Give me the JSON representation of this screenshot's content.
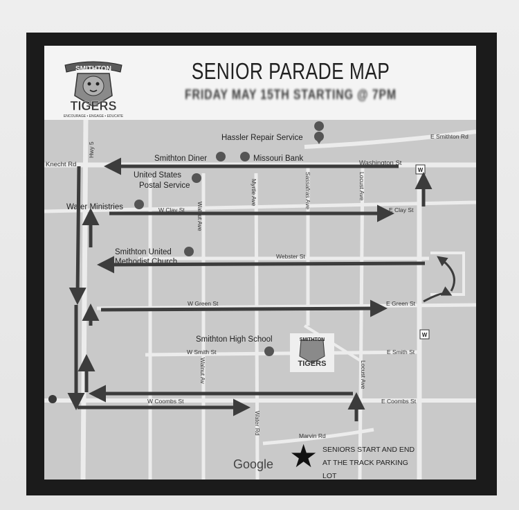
{
  "title": "SENIOR PARADE MAP",
  "subtitle": "FRIDAY MAY 15TH STARTING @ 7PM",
  "logo": {
    "top_text": "SMITHTON",
    "main_text": "TIGERS",
    "tagline": "ENCOURAGE • ENGAGE • EDUCATE"
  },
  "places": {
    "hassler": "Hassler Repair Service",
    "diner": "Smithton Diner",
    "bank": "Missouri Bank",
    "post_office_1": "United States",
    "post_office_2": "Postal Service",
    "water_ministries": "Water Ministries",
    "church_1": "Smithton United",
    "church_2": "Methodist Church",
    "high_school": "Smithton High School"
  },
  "streets": {
    "e_smithton_rd": "E Smithton Rd",
    "hwy5": "Hwy 5",
    "knecht": "Knecht Rd",
    "washington": "Washington St",
    "w_clay": "W Clay St",
    "e_clay": "E Clay St",
    "walnut": "Walnut Ave",
    "walnut2": "Walnut Av",
    "myrtle": "Myrtle Ave",
    "sassafras": "Sassafras Ave",
    "locust": "Locust Ave",
    "webster": "Webster St",
    "w_green": "W Green St",
    "e_green": "E Green St",
    "w_smith": "W Smith St",
    "e_smith": "E Smith St",
    "w_coombs": "W Coombs St",
    "e_coombs": "E Coombs St",
    "water_rd": "Water Rd",
    "marvin": "Marvin Rd"
  },
  "route_shield": "W",
  "note_line1": "SENIORS  START AND END",
  "note_line2": "AT THE TRACK PARKING LOT",
  "map_credit": "Google",
  "colors": {
    "frame": "#1b1b1b",
    "arrow": "#3c3c3c",
    "map_bg": "#c9c9c9",
    "road": "#ececec"
  }
}
